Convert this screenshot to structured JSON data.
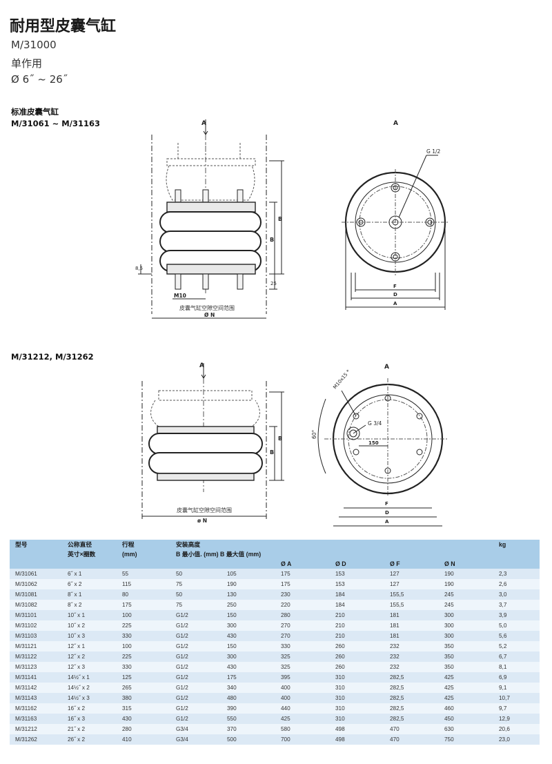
{
  "header": {
    "title": "耐用型皮囊气缸",
    "model": "M/31000",
    "action": "单作用",
    "size_range": "Ø 6˝ ~ 26˝"
  },
  "section1": {
    "title": "标准皮囊气缸",
    "models": "M/31061 ~ M/31163",
    "side_labels": {
      "view": "A",
      "dim_b1": "B",
      "dim_b2": "B",
      "dim_85": "8,5",
      "dim_25": "25",
      "thread": "M10",
      "caption": "皮囊气缸空隙空间范围",
      "dia_n": "Ø N"
    },
    "top_labels": {
      "view": "A",
      "port": "G 1/2",
      "f": "F",
      "d": "D",
      "a": "A"
    }
  },
  "section2": {
    "title": "M/31212, M/31262",
    "side_labels": {
      "view": "A",
      "dim_b1": "B",
      "dim_b2": "B",
      "caption": "皮囊气缸空隙空间范围",
      "dia_n": "ø N"
    },
    "top_labels": {
      "view": "A",
      "thread": "M10x15 *",
      "port": "G 3/4",
      "offset": "150",
      "angle": "60°",
      "f": "F",
      "d": "D",
      "a": "A"
    }
  },
  "table": {
    "headers": {
      "model": "型号",
      "nominal_l1": "公称直径",
      "nominal_l2": "英寸×圈数",
      "stroke_l1": "行程",
      "stroke_l2": "(mm)",
      "height_l1": "安装高度",
      "height_l2": "B 最小值. (mm)  B 最大值 (mm)",
      "da": "Ø A",
      "dd": "Ø D",
      "df": "Ø F",
      "dn": "Ø N",
      "kg": "kg"
    },
    "rows": [
      [
        "M/31061",
        "6˝ x 1",
        "55",
        "50",
        "105",
        "175",
        "153",
        "127",
        "190",
        "2,3"
      ],
      [
        "M/31062",
        "6˝ x 2",
        "115",
        "75",
        "190",
        "175",
        "153",
        "127",
        "190",
        "2,6"
      ],
      [
        "M/31081",
        "8˝ x 1",
        "80",
        "50",
        "130",
        "230",
        "184",
        "155,5",
        "245",
        "3,0"
      ],
      [
        "M/31082",
        "8˝ x 2",
        "175",
        "75",
        "250",
        "220",
        "184",
        "155,5",
        "245",
        "3,7"
      ],
      [
        "M/31101",
        "10˝ x 1",
        "100",
        "G1/2",
        "150",
        "280",
        "210",
        "181",
        "300",
        "3,9"
      ],
      [
        "M/31102",
        "10˝ x 2",
        "225",
        "G1/2",
        "300",
        "270",
        "210",
        "181",
        "300",
        "5,0"
      ],
      [
        "M/31103",
        "10˝ x 3",
        "330",
        "G1/2",
        "430",
        "270",
        "210",
        "181",
        "300",
        "5,6"
      ],
      [
        "M/31121",
        "12˝ x 1",
        "100",
        "G1/2",
        "150",
        "330",
        "260",
        "232",
        "350",
        "5,2"
      ],
      [
        "M/31122",
        "12˝ x 2",
        "225",
        "G1/2",
        "300",
        "325",
        "260",
        "232",
        "350",
        "6,7"
      ],
      [
        "M/31123",
        "12˝ x 3",
        "330",
        "G1/2",
        "430",
        "325",
        "260",
        "232",
        "350",
        "8,1"
      ],
      [
        "M/31141",
        "14½˝ x 1",
        "125",
        "G1/2",
        "175",
        "395",
        "310",
        "282,5",
        "425",
        "6,9"
      ],
      [
        "M/31142",
        "14½˝ x 2",
        "265",
        "G1/2",
        "340",
        "400",
        "310",
        "282,5",
        "425",
        "9,1"
      ],
      [
        "M/31143",
        "14½˝ x 3",
        "380",
        "G1/2",
        "480",
        "400",
        "310",
        "282,5",
        "425",
        "10,7"
      ],
      [
        "M/31162",
        "16˝ x 2",
        "315",
        "G1/2",
        "390",
        "440",
        "310",
        "282,5",
        "460",
        "9,7"
      ],
      [
        "M/31163",
        "16˝ x 3",
        "430",
        "G1/2",
        "550",
        "425",
        "310",
        "282,5",
        "450",
        "12,9"
      ],
      [
        "M/31212",
        "21˝ x 2",
        "280",
        "G3/4",
        "370",
        "580",
        "498",
        "470",
        "630",
        "20,6"
      ],
      [
        "M/31262",
        "26˝ x 2",
        "410",
        "G3/4",
        "500",
        "700",
        "498",
        "470",
        "750",
        "23,0"
      ]
    ]
  }
}
